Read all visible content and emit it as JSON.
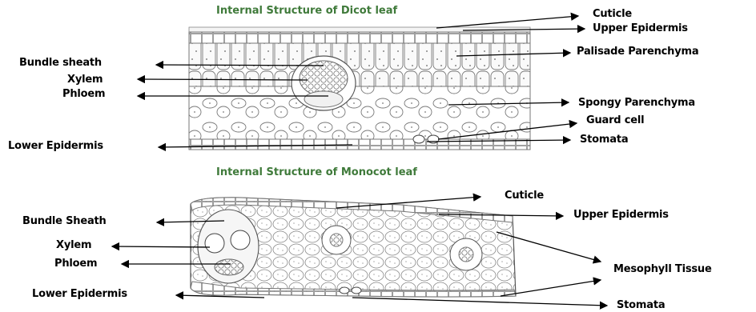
{
  "dicot": {
    "title": "Internal Structure of Dicot leaf",
    "labels": {
      "cuticle": "Cuticle",
      "upper_epidermis": "Upper Epidermis",
      "palisade": "Palisade Parenchyma",
      "bundle_sheath": "Bundle sheath",
      "xylem": "Xylem",
      "phloem": "Phloem",
      "spongy": "Spongy Parenchyma",
      "guard_cell": "Guard cell",
      "lower_epidermis": "Lower Epidermis",
      "stomata": "Stomata"
    }
  },
  "monocot": {
    "title": "Internal Structure of Monocot leaf",
    "labels": {
      "cuticle": "Cuticle",
      "upper_epidermis": "Upper Epidermis",
      "bundle_sheath": "Bundle Sheath",
      "xylem": "Xylem",
      "phloem": "Phloem",
      "mesophyll": "Mesophyll Tissue",
      "lower_epidermis": "Lower Epidermis",
      "stomata": "Stomata"
    }
  }
}
